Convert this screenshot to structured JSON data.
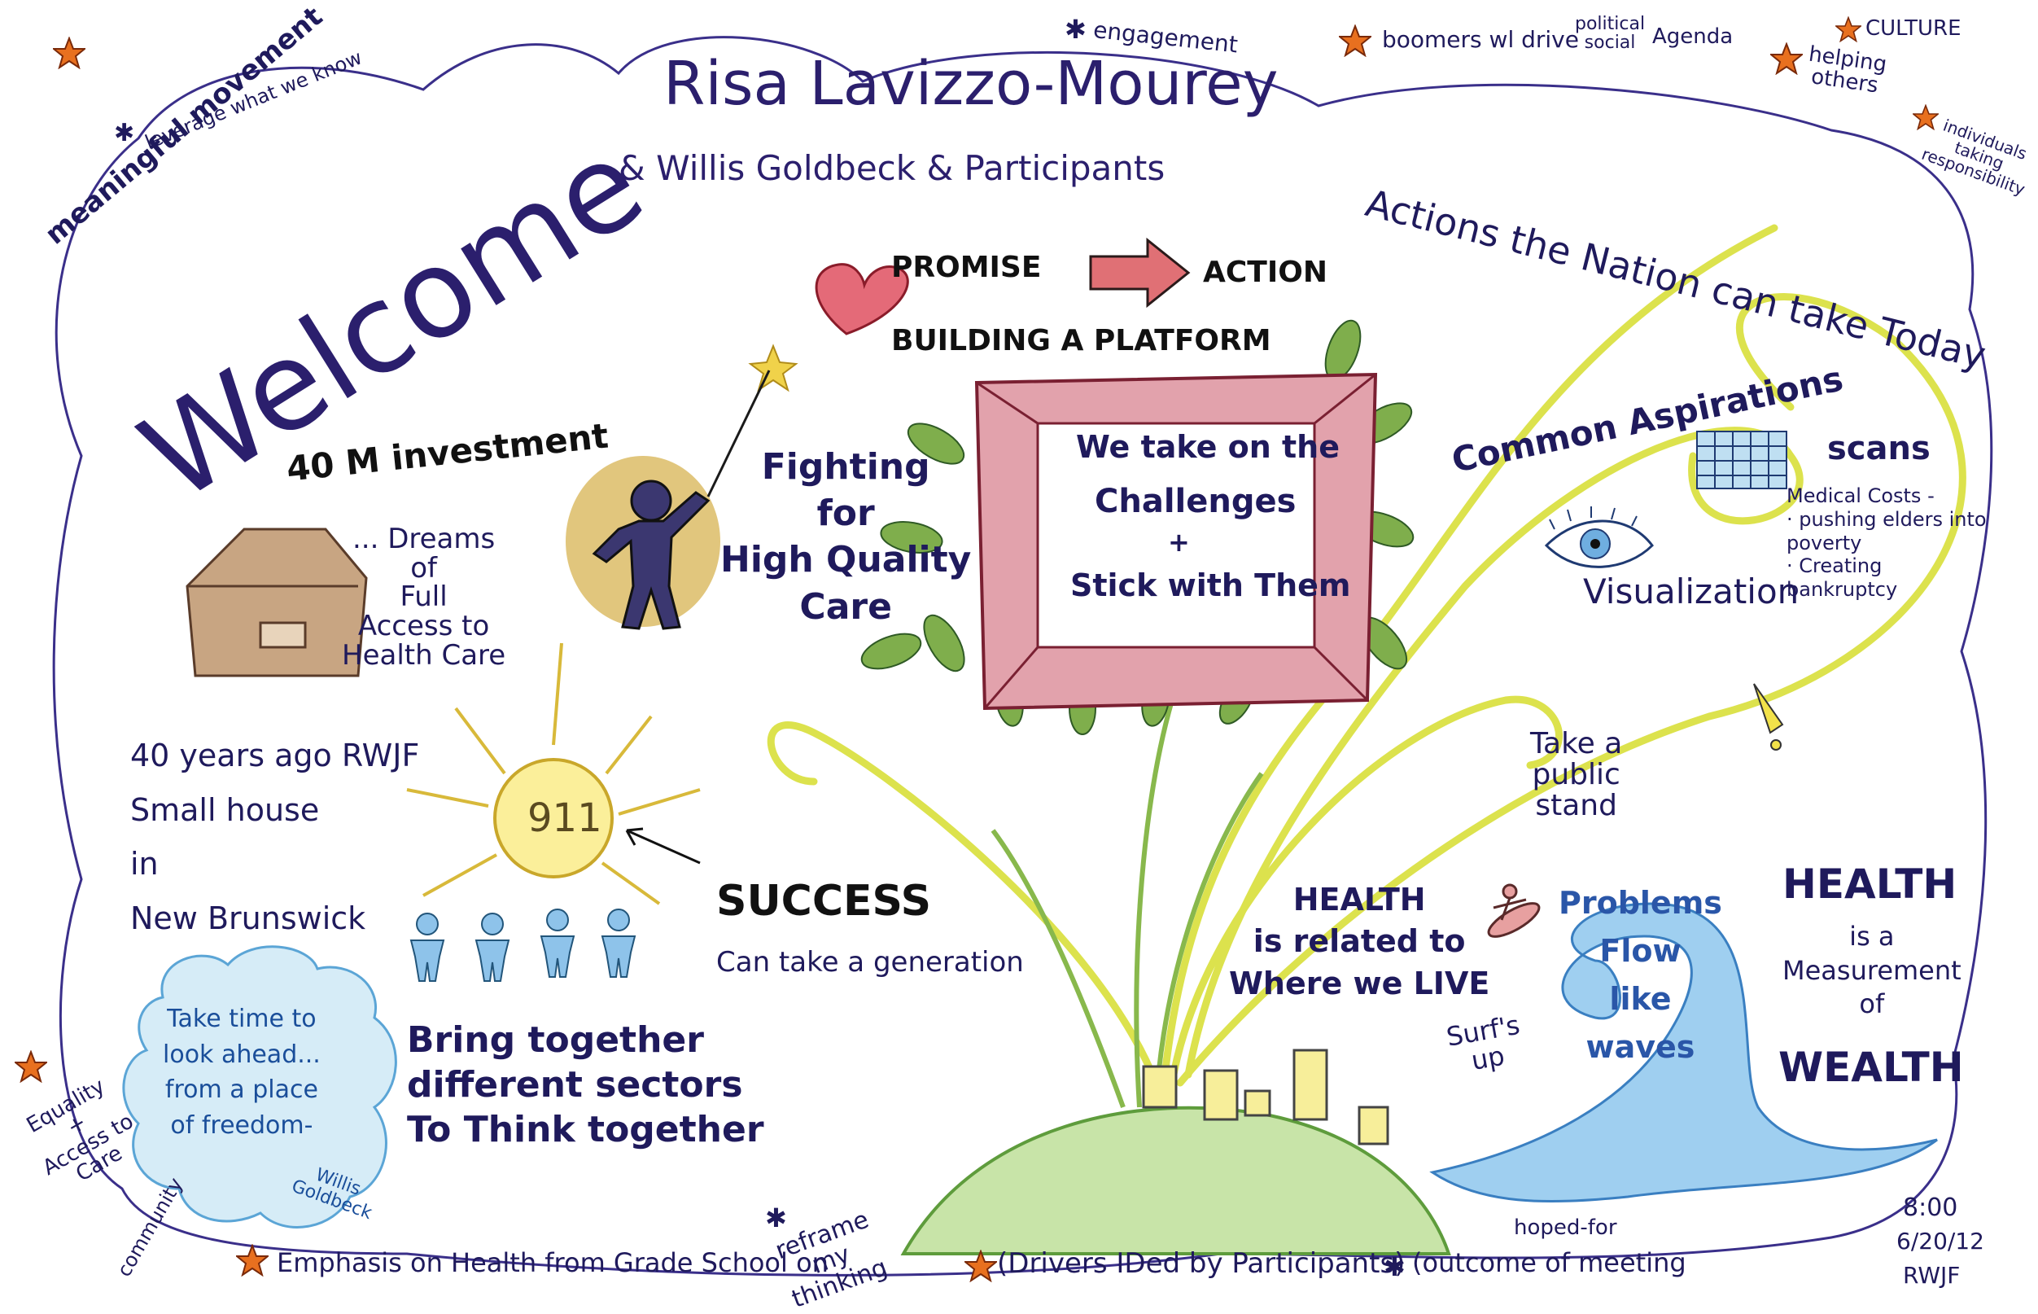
{
  "corner": {
    "meaningful_movement": "meaningful movement",
    "leverage": "leverage what we know",
    "engagement": "engagement",
    "boomers": "boomers wl drive",
    "political_social": "political\nsocial",
    "agenda": "Agenda",
    "culture": "CULTURE",
    "helping_others": "helping\nothers",
    "individuals": "individuals\ntaking\nresponsibility",
    "equality": "Equality\n+\nAccess to\nCare",
    "community": "community"
  },
  "header": {
    "title": "Risa Lavizzo-Mourey",
    "subtitle": "& Willis Goldbeck & Participants",
    "welcome": "Welcome"
  },
  "center": {
    "promise": "PROMISE",
    "action": "ACTION",
    "building": "BUILDING A PLATFORM",
    "frame_line1": "We take on the",
    "frame_line2": "Challenges",
    "frame_plus": "+",
    "frame_line3": "Stick with Them",
    "actions_nation": "Actions the Nation can take Today",
    "common_aspirations": "Common Aspirations"
  },
  "left": {
    "investment": "40 M investment",
    "dreams": "... Dreams\nof\nFull\nAccess to\nHealth Care",
    "forty_years": "40 years ago RWJF\nSmall house\nin\nNew Brunswick",
    "fighting": "Fighting\nfor\nHigh Quality\nCare",
    "sun_label": "911",
    "success": "SUCCESS",
    "generation": "Can take a generation",
    "bring_together": "Bring together\ndifferent sectors\nTo Think together",
    "cloud_quote": "Take time to\nlook ahead...\nfrom a place\nof freedom-",
    "cloud_author": "Willis\nGoldbeck"
  },
  "right": {
    "scans": "scans",
    "medical_costs": "Medical Costs -\n· pushing elders into\npoverty\n· Creating\nbankruptcy",
    "visualization": "Visualization",
    "public_stand": "Take a\npublic\nstand",
    "health_live": "HEALTH\nis related to\nWhere we LIVE",
    "surfs_up": "Surf's\nup",
    "problems_flow": "Problems\nFlow\nlike\nwaves",
    "health_wealth_1": "HEALTH",
    "health_wealth_2": "is a\nMeasurement\nof",
    "health_wealth_3": "WEALTH"
  },
  "footer": {
    "emphasis": "Emphasis on Health from Grade School on",
    "reframe": "reframe\nmy\nthinking",
    "drivers": "(Drivers IDed by Participants)",
    "outcome": "(outcome of meeting",
    "hoped_for": "hoped-for",
    "time": "8:00",
    "date": "6/20/12",
    "org": "RWJF"
  },
  "colors": {
    "ink": "#1f1a5c",
    "frame_red": "#c4525e",
    "leaf_green": "#4f8a3c",
    "vine_yellow": "#d9e04a",
    "sun_yellow": "#f5d55a",
    "wave_blue": "#6aaee0",
    "star_orange": "#e8701f"
  }
}
